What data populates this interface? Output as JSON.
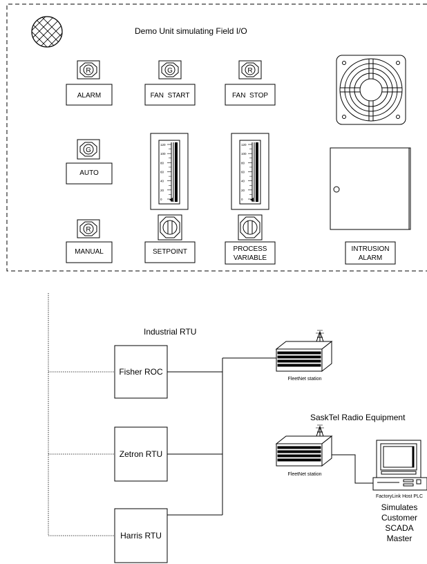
{
  "panel": {
    "title": "Demo Unit simulating Field I/O",
    "lamps": {
      "alarm": "R",
      "fan_start": "G",
      "fan_stop": "R",
      "auto": "G",
      "manual": "R"
    },
    "labels": {
      "alarm": "ALARM",
      "fan_start": "FAN  START",
      "fan_stop": "FAN  STOP",
      "auto": "AUTO",
      "manual": "MANUAL",
      "setpoint": "SETPOINT",
      "process_variable_1": "PROCESS",
      "process_variable_2": "VARIABLE",
      "intrusion_alarm_1": "INTRUSION",
      "intrusion_alarm_2": "ALARM"
    },
    "gauge_ticks": [
      "120",
      "100",
      "80",
      "60",
      "40",
      "20",
      "0"
    ]
  },
  "rtu": {
    "title": "Industrial RTU",
    "units": [
      "Fisher ROC",
      "Zetron RTU",
      "Harris RTU"
    ],
    "fleetnet_1": "FleetNet station"
  },
  "sasktel": {
    "title": "SaskTel Radio Equipment",
    "fleetnet_2": "FleetNet station",
    "host_label": "FactoryLink Host PLC",
    "host_description": [
      "Simulates",
      "Customer",
      "SCADA",
      "Master"
    ]
  }
}
